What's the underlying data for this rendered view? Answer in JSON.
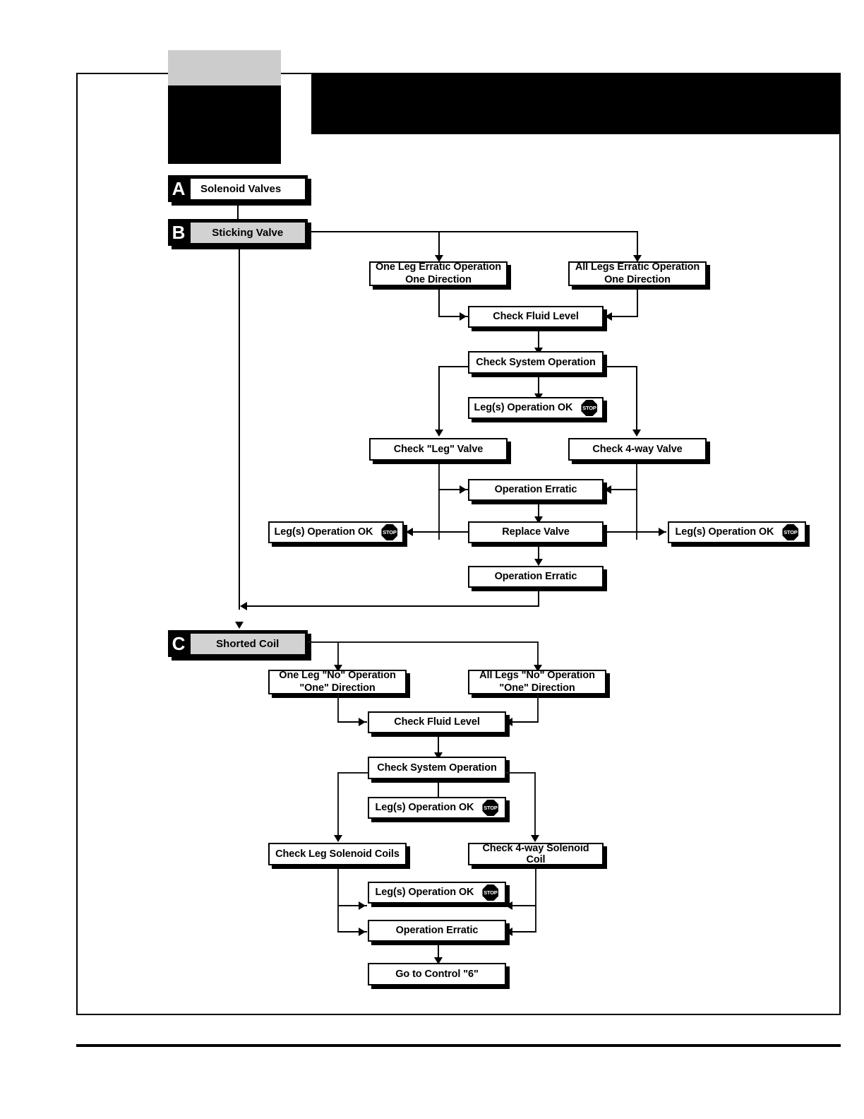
{
  "page": {
    "title": "Solenoid Valves Troubleshooting Flowchart",
    "frame_color": "#000000",
    "gray_fill": "#d2d2d2",
    "redacted_fill": "#000000"
  },
  "stages": {
    "a": {
      "tag": "A",
      "label": "Solenoid Valves"
    },
    "b": {
      "tag": "B",
      "label": "Sticking Valve"
    },
    "c": {
      "tag": "C",
      "label": "Shorted Coil"
    }
  },
  "section_b": {
    "one_leg_erratic": "One Leg Erratic Operation\nOne Direction",
    "all_legs_erratic": "All Legs Erratic Operation\nOne Direction",
    "check_fluid_level": "Check Fluid Level",
    "check_system_operation": "Check System Operation",
    "legs_operation_ok": "Leg(s) Operation OK",
    "check_leg_valve": "Check \"Leg\" Valve",
    "check_4way_valve": "Check 4-way Valve",
    "operation_erratic_1": "Operation Erratic",
    "legs_operation_ok_left": "Leg(s) Operation OK",
    "replace_valve": "Replace Valve",
    "legs_operation_ok_right": "Leg(s) Operation OK",
    "operation_erratic_2": "Operation Erratic"
  },
  "section_c": {
    "one_leg_no": "One Leg \"No\" Operation\n\"One\" Direction",
    "all_legs_no": "All Legs \"No\" Operation\n\"One\" Direction",
    "check_fluid_level": "Check Fluid Level",
    "check_system_operation": "Check System Operation",
    "legs_operation_ok_top": "Leg(s) Operation OK",
    "check_leg_solenoid_coils": "Check Leg Solenoid Coils",
    "check_4way_solenoid_coil": "Check 4-way Solenoid Coil",
    "legs_operation_ok_bottom": "Leg(s) Operation OK",
    "operation_erratic": "Operation Erratic",
    "go_to_control": "Go to Control \"6\""
  },
  "icons": {
    "stop": "STOP"
  }
}
